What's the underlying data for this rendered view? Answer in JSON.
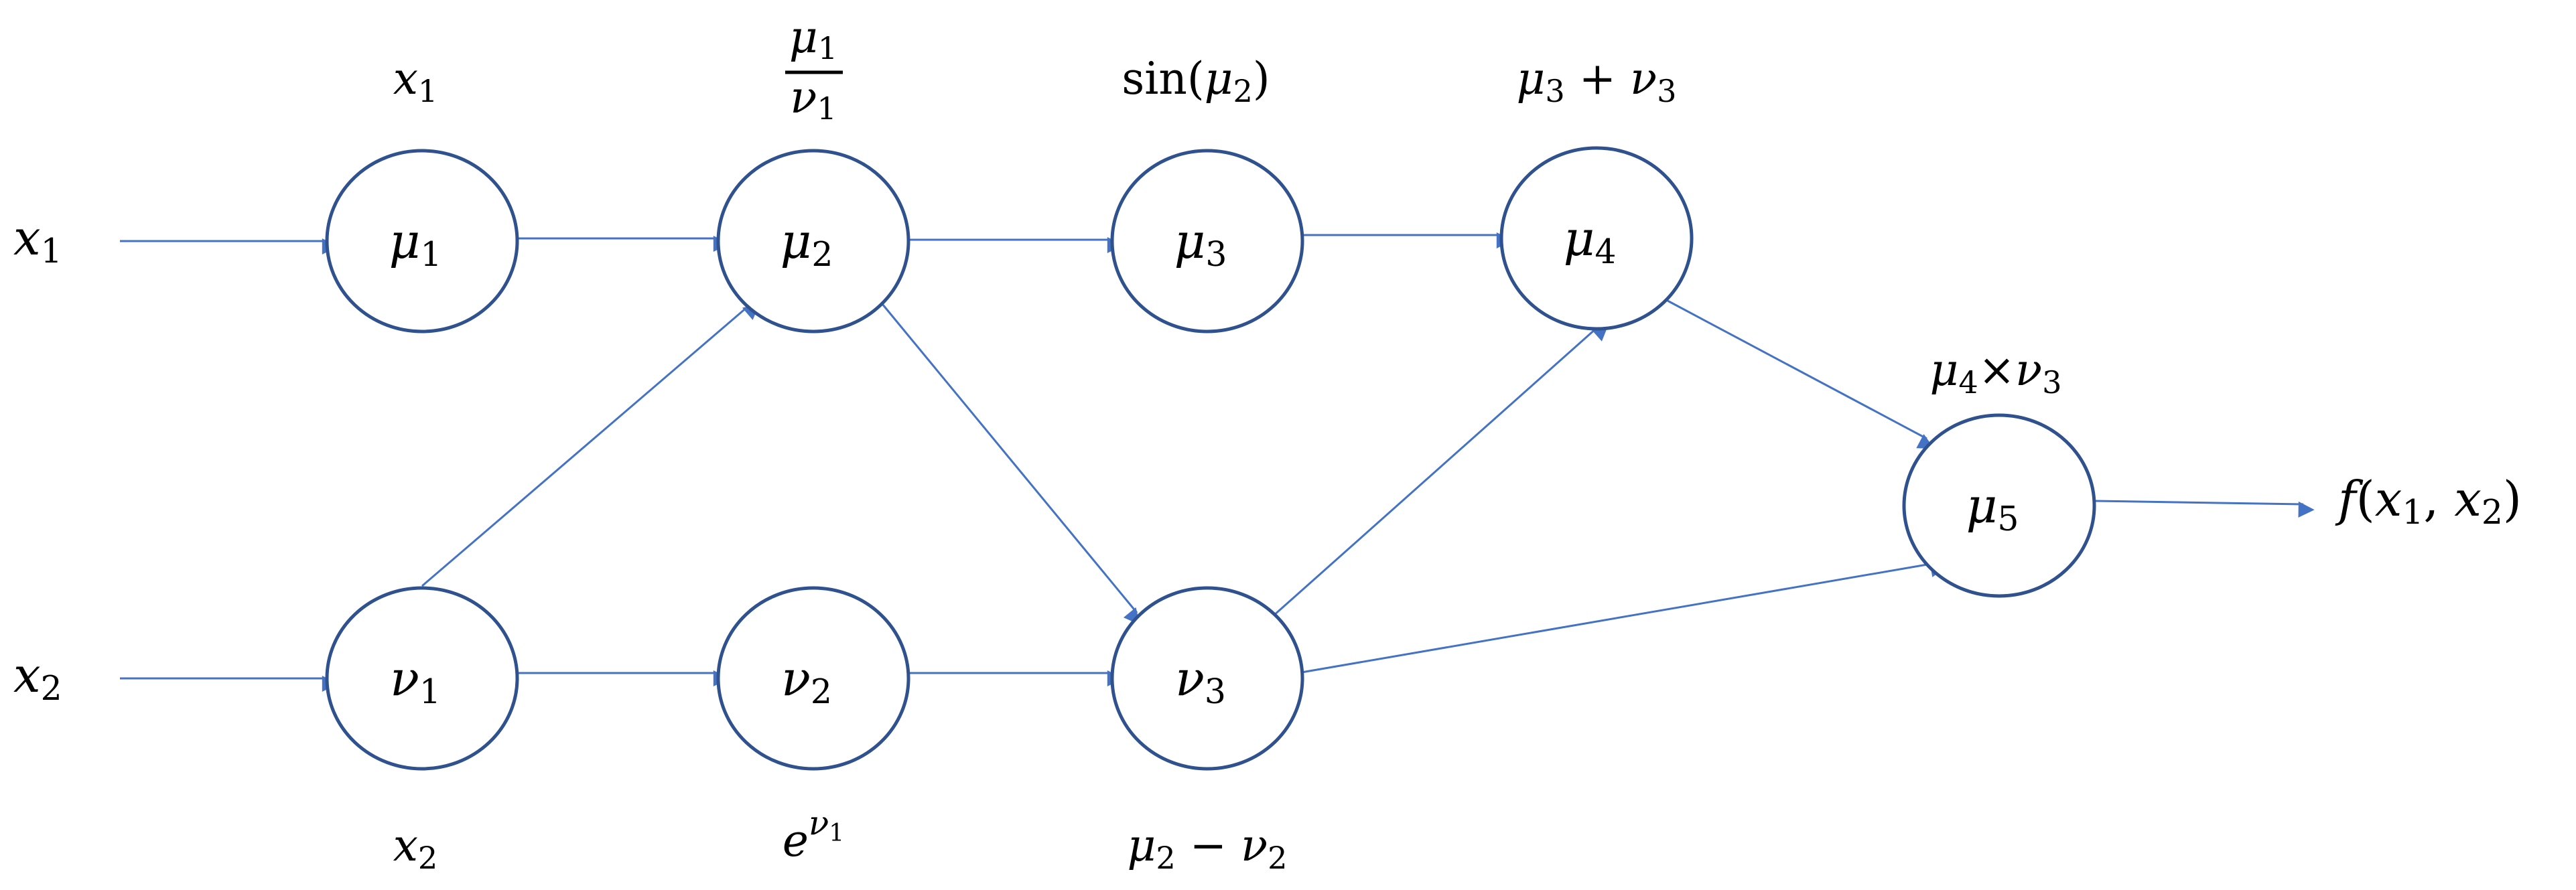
{
  "colors": {
    "node_stroke": "#2F528F",
    "edge": "#4472C4",
    "text": "#000000"
  },
  "inputs": {
    "x1": {
      "base": "x",
      "sub": "1"
    },
    "x2": {
      "base": "x",
      "sub": "2"
    }
  },
  "nodes": {
    "mu1": {
      "base": "μ",
      "sub": "1"
    },
    "mu2": {
      "base": "μ",
      "sub": "2"
    },
    "mu3": {
      "base": "μ",
      "sub": "3"
    },
    "mu4": {
      "base": "μ",
      "sub": "4"
    },
    "mu5": {
      "base": "μ",
      "sub": "5"
    },
    "nu1": {
      "base": "ν",
      "sub": "1"
    },
    "nu2": {
      "base": "ν",
      "sub": "2"
    },
    "nu3": {
      "base": "ν",
      "sub": "3"
    }
  },
  "annotations": {
    "mu1": {
      "base": "x",
      "sub": "1"
    },
    "mu2": {
      "num_base": "μ",
      "num_sub": "1",
      "den_base": "ν",
      "den_sub": "1"
    },
    "mu3": {
      "fn": "sin(",
      "base": "μ",
      "sub": "2",
      "close": ")"
    },
    "mu4": {
      "a": "μ",
      "a_sub": "3",
      "op": " + ",
      "b": "ν",
      "b_sub": "3"
    },
    "mu5": {
      "a": "μ",
      "a_sub": "4",
      "op": "×",
      "b": "ν",
      "b_sub": "3"
    },
    "nu1": {
      "base": "x",
      "sub": "2"
    },
    "nu2": {
      "base": "e",
      "sup": "ν",
      "sup_sub": "1"
    },
    "nu3": {
      "a": "μ",
      "a_sub": "2",
      "op": " − ",
      "b": "ν",
      "b_sub": "2"
    }
  },
  "output": {
    "fn": "f",
    "open": "(",
    "a": "x",
    "a_sub": "1",
    "sep": ", ",
    "b": "x",
    "b_sub": "2",
    "close": ")"
  }
}
